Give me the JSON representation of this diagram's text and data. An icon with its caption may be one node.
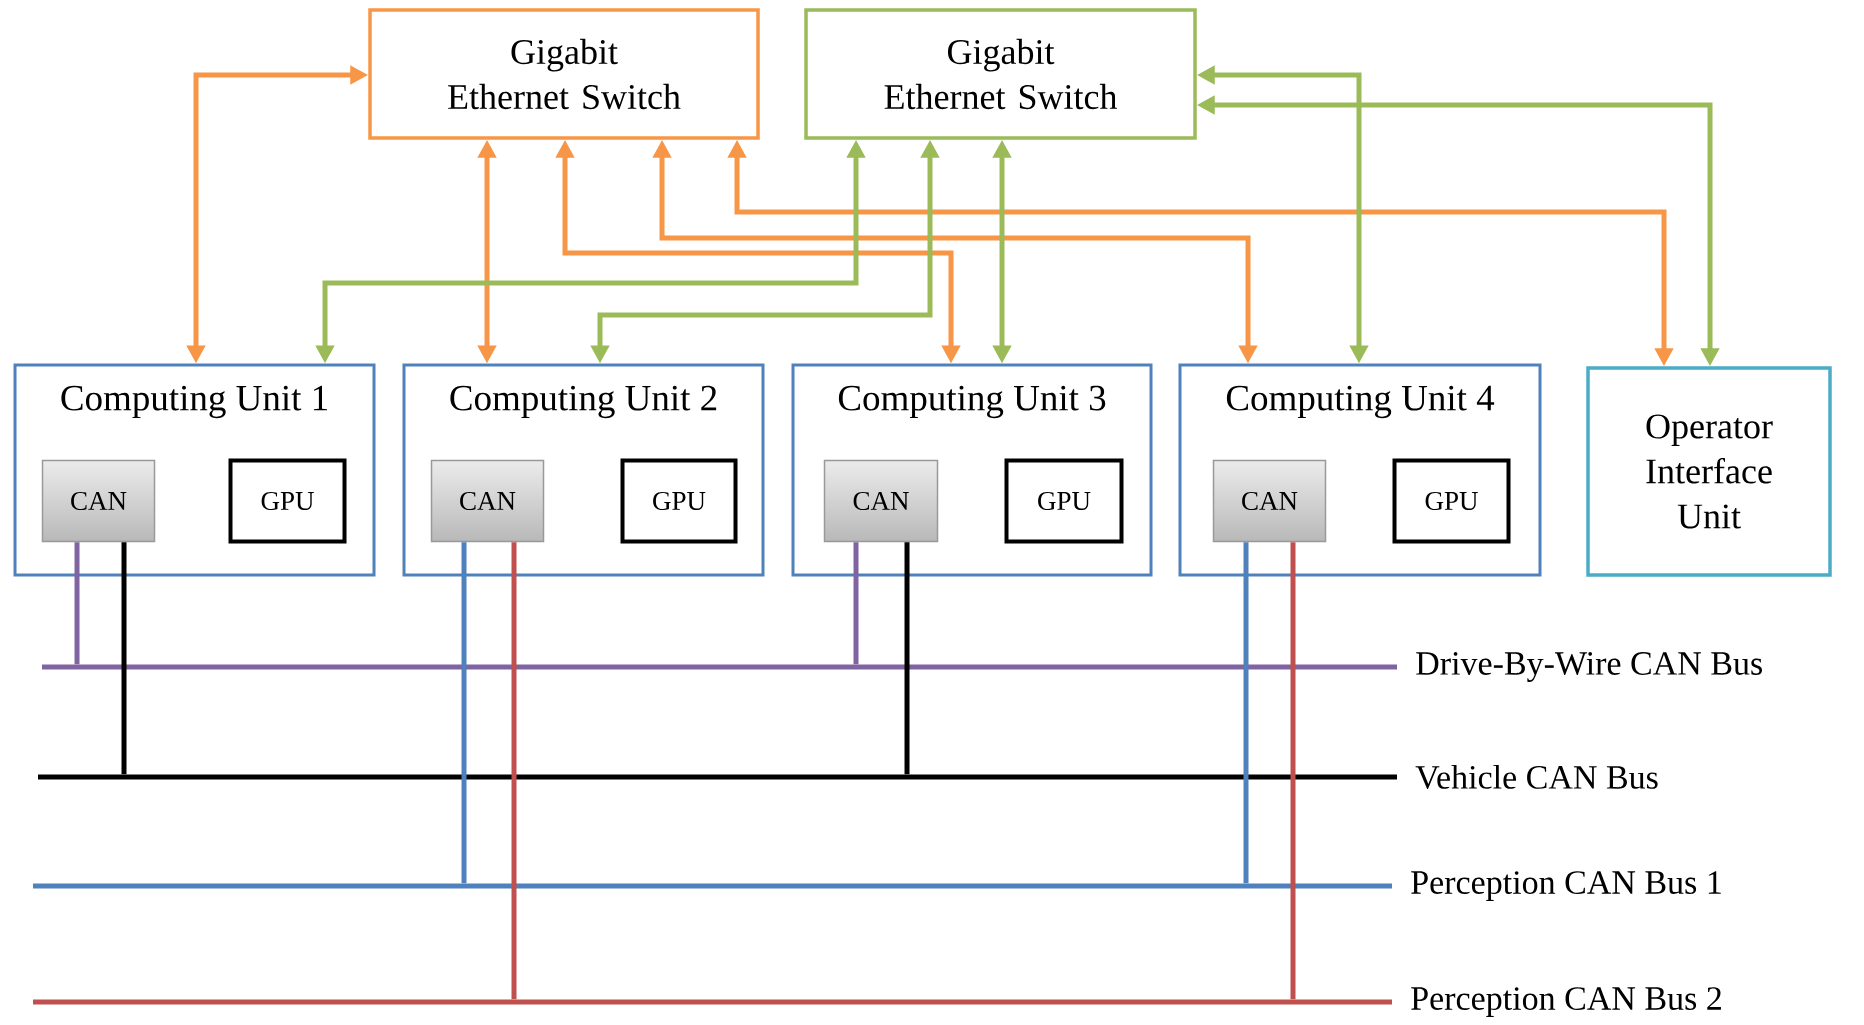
{
  "diagram": {
    "nodes": [
      {
        "text": [
          "Gigabit Ethernet Switch"
        ]
      },
      {
        "text": [
          "Gigabit Ethernet Switch"
        ]
      },
      {
        "text": [
          "Computing Unit 1"
        ]
      },
      {
        "text": [
          "CAN"
        ],
        "in": 2
      },
      {
        "text": [
          "GPU"
        ],
        "in": 2
      },
      {
        "text": [
          "Computing Unit 2"
        ]
      },
      {
        "text": [
          "CAN"
        ],
        "in": 5
      },
      {
        "text": [
          "GPU"
        ],
        "in": 5
      },
      {
        "text": [
          "Computing Unit 3"
        ]
      },
      {
        "text": [
          "CAN"
        ],
        "in": 8
      },
      {
        "text": [
          "GPU"
        ],
        "in": 8
      },
      {
        "text": [
          "Computing Unit 4"
        ]
      },
      {
        "text": [
          "CAN"
        ],
        "in": 11
      },
      {
        "text": [
          "GPU"
        ],
        "in": 11
      },
      {
        "text": [
          "Operator Interface Unit"
        ]
      },
      {
        "text": [],
        "shape": "bar",
        "beside": [
          "Drive-By-Wire CAN Bus"
        ]
      },
      {
        "text": [],
        "shape": "bar",
        "beside": [
          "Vehicle CAN Bus"
        ]
      },
      {
        "text": [],
        "shape": "bar",
        "beside": [
          "Perception CAN Bus 1"
        ]
      },
      {
        "text": [],
        "shape": "bar",
        "beside": [
          "Perception CAN Bus 2"
        ]
      }
    ],
    "edges": [
      {
        "from": 0,
        "to": 2,
        "arrow": "both",
        "color": "#f79646"
      },
      {
        "from": 0,
        "to": 5,
        "arrow": "both",
        "color": "#f79646"
      },
      {
        "from": 0,
        "to": 8,
        "arrow": "both",
        "color": "#f79646"
      },
      {
        "from": 0,
        "to": 11,
        "arrow": "both",
        "color": "#f79646"
      },
      {
        "from": 0,
        "to": 14,
        "arrow": "both",
        "color": "#f79646"
      },
      {
        "from": 1,
        "to": 2,
        "arrow": "both",
        "color": "#9bbb59"
      },
      {
        "from": 1,
        "to": 5,
        "arrow": "both",
        "color": "#9bbb59"
      },
      {
        "from": 1,
        "to": 8,
        "arrow": "both",
        "color": "#9bbb59"
      },
      {
        "from": 1,
        "to": 11,
        "arrow": "both",
        "color": "#9bbb59"
      },
      {
        "from": 1,
        "to": 14,
        "arrow": "both",
        "color": "#9bbb59"
      },
      {
        "from": 3,
        "to": 15,
        "arrow": "none",
        "color": "#8064a2"
      },
      {
        "from": 3,
        "to": 16,
        "arrow": "none",
        "color": "#000000"
      },
      {
        "from": 6,
        "to": 17,
        "arrow": "none",
        "color": "#4f81bd"
      },
      {
        "from": 6,
        "to": 18,
        "arrow": "none",
        "color": "#c0504d"
      },
      {
        "from": 9,
        "to": 15,
        "arrow": "none",
        "color": "#8064a2"
      },
      {
        "from": 9,
        "to": 16,
        "arrow": "none",
        "color": "#000000"
      },
      {
        "from": 12,
        "to": 17,
        "arrow": "none",
        "color": "#4f81bd"
      },
      {
        "from": 12,
        "to": 18,
        "arrow": "none",
        "color": "#c0504d"
      }
    ]
  }
}
